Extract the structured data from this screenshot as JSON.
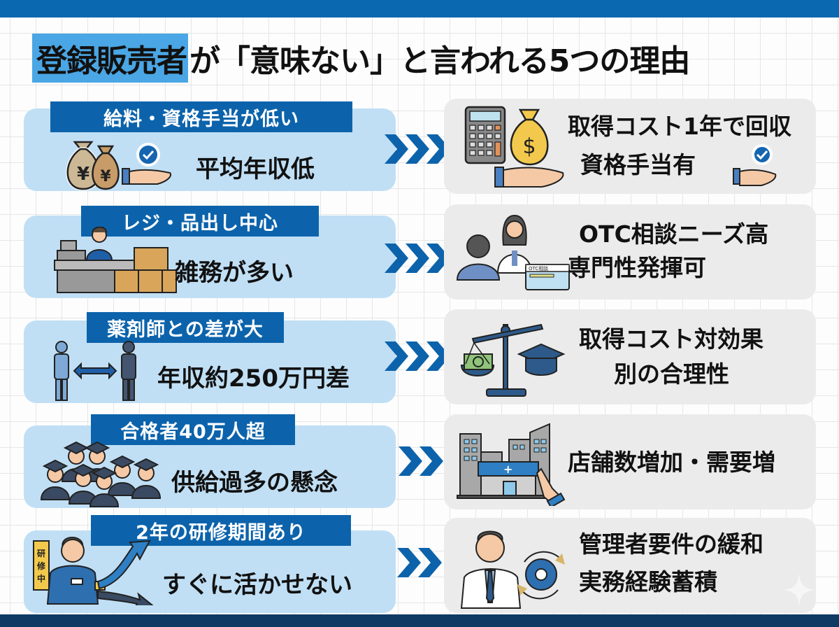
{
  "header": {
    "title_highlight": "登録販売者",
    "title_rest": "が「意味ない」と言われる5つの理由"
  },
  "colors": {
    "top_bar": "#0a68b0",
    "bottom_bar": "#0e3a64",
    "title_highlight": "#4aa6e4",
    "label_box": "#0c63ab",
    "left_card": "#c0dff5",
    "right_card": "#ebebeb",
    "chevron": "#0c63ab"
  },
  "reasons": [
    {
      "label": "給料・資格手当が低い",
      "problem": "平均年収低",
      "problem_icon": "money-bags-hand-check-icon",
      "solution_line1": "取得コスト1年で回収",
      "solution_line2": "資格手当有",
      "solution_icon": "calculator-money-bag-hand-icon"
    },
    {
      "label": "レジ・品出し中心",
      "problem": "雑務が多い",
      "problem_icon": "cashier-boxes-icon",
      "solution_line1": "OTC相談ニーズ高",
      "solution_line2": "専門性発揮可",
      "solution_icon": "pharmacist-consultation-icon",
      "solution_card_text": "OTC相談"
    },
    {
      "label": "薬剤師との差が大",
      "problem": "年収約250万円差",
      "problem_icon": "two-people-compare-icon",
      "solution_line1": "取得コスト対効果",
      "solution_line2": "別の合理性",
      "solution_icon": "scale-money-graduation-icon"
    },
    {
      "label": "合格者40万人超",
      "problem": "供給過多の懸念",
      "problem_icon": "graduates-crowd-icon",
      "solution_line1": "店舗数増加・需要増",
      "solution_line2": "",
      "solution_icon": "buildings-drugstore-pointer-icon"
    },
    {
      "label": "2年の研修期間あり",
      "problem": "すぐに活かせない",
      "problem_icon": "trainee-arrows-icon",
      "problem_badge": "研修中",
      "solution_line1": "管理者要件の緩和",
      "solution_line2": "実務経験蓄積",
      "solution_icon": "manager-gear-cycle-icon"
    }
  ]
}
